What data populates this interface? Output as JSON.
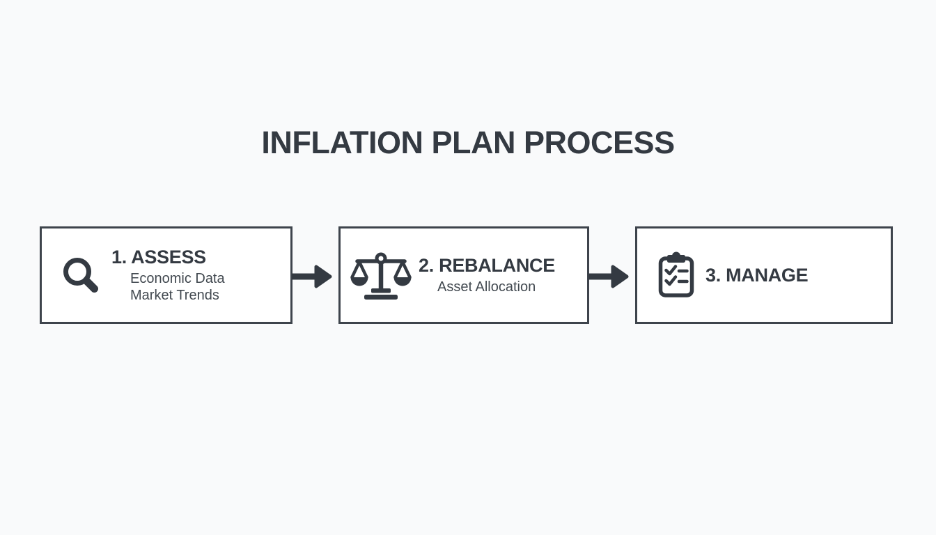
{
  "title": "INFLATION PLAN PROCESS",
  "colors": {
    "ink": "#343a42",
    "box_border": "#3e444c",
    "box_background": "#ffffff",
    "page_background": "#f9fafb"
  },
  "steps": [
    {
      "label": "1. ASSESS",
      "sublines": [
        "Economic Data",
        "Market Trends"
      ],
      "icon": "magnifier-icon"
    },
    {
      "label": "2. REBALANCE",
      "sublines": [
        "Asset Allocation"
      ],
      "icon": "balance-scale-icon"
    },
    {
      "label": "3. MANAGE",
      "sublines": [],
      "icon": "clipboard-checklist-icon"
    }
  ],
  "connectors": [
    "right-arrow",
    "right-arrow"
  ]
}
